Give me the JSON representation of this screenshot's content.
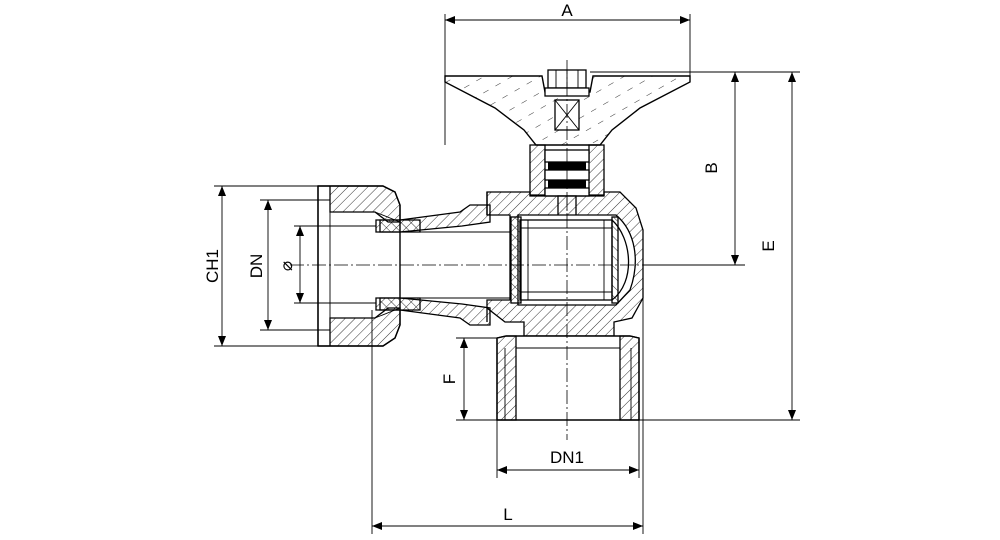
{
  "dimensions": {
    "A": "A",
    "B": "B",
    "E": "E",
    "CH1": "CH1",
    "DN": "DN",
    "diameter": "⌀",
    "F": "F",
    "DN1": "DN1",
    "L": "L"
  }
}
